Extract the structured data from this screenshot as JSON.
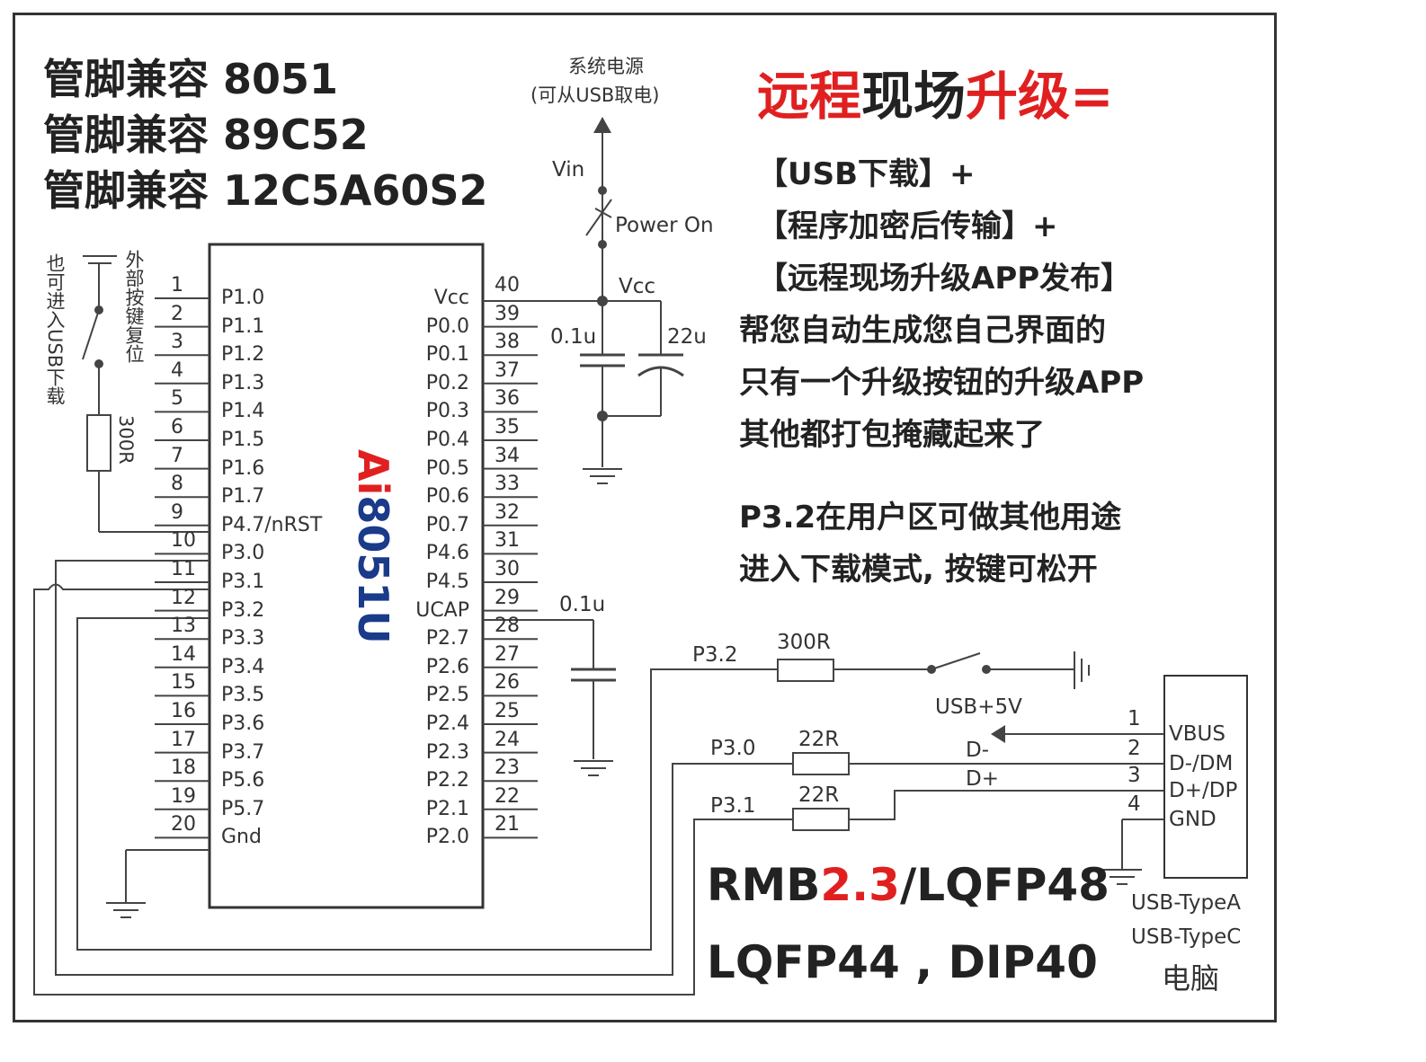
{
  "compat": [
    "管脚兼容 8051",
    "管脚兼容 89C52",
    "管脚兼容 12C5A60S2"
  ],
  "title": {
    "part1": "远程",
    "part2": "现场",
    "part3": "升级="
  },
  "features": [
    "【USB下载】+",
    "【程序加密后传输】+",
    "【远程现场升级APP发布】",
    "帮您自动生成您自己界面的",
    "只有一个升级按钮的升级APP",
    "其他都打包掩藏起来了"
  ],
  "notes": [
    "P3.2在用户区可做其他用途",
    "进入下载模式, 按键可松开"
  ],
  "power": {
    "source_line1": "系统电源",
    "source_line2": "(可从USB取电)",
    "vin": "Vin",
    "power_on": "Power On",
    "vcc": "Vcc",
    "cap1": "0.1u",
    "cap2": "22u",
    "cap3": "0.1u"
  },
  "chip": {
    "name_red": "Ai",
    "name_blue": "8051U"
  },
  "reset": {
    "left_vertical": "也可进入USB下载",
    "right_vertical": "外部按键复位",
    "resistor": "300R"
  },
  "left_pins": [
    {
      "num": "1",
      "name": "P1.0"
    },
    {
      "num": "2",
      "name": "P1.1"
    },
    {
      "num": "3",
      "name": "P1.2"
    },
    {
      "num": "4",
      "name": "P1.3"
    },
    {
      "num": "5",
      "name": "P1.4"
    },
    {
      "num": "6",
      "name": "P1.5"
    },
    {
      "num": "7",
      "name": "P1.6"
    },
    {
      "num": "8",
      "name": "P1.7"
    },
    {
      "num": "9",
      "name": "P4.7/nRST"
    },
    {
      "num": "10",
      "name": "P3.0"
    },
    {
      "num": "11",
      "name": "P3.1"
    },
    {
      "num": "12",
      "name": "P3.2"
    },
    {
      "num": "13",
      "name": "P3.3"
    },
    {
      "num": "14",
      "name": "P3.4"
    },
    {
      "num": "15",
      "name": "P3.5"
    },
    {
      "num": "16",
      "name": "P3.6"
    },
    {
      "num": "17",
      "name": "P3.7"
    },
    {
      "num": "18",
      "name": "P5.6"
    },
    {
      "num": "19",
      "name": "P5.7"
    },
    {
      "num": "20",
      "name": "Gnd"
    }
  ],
  "right_pins": [
    {
      "num": "40",
      "name": "Vcc"
    },
    {
      "num": "39",
      "name": "P0.0"
    },
    {
      "num": "38",
      "name": "P0.1"
    },
    {
      "num": "37",
      "name": "P0.2"
    },
    {
      "num": "36",
      "name": "P0.3"
    },
    {
      "num": "35",
      "name": "P0.4"
    },
    {
      "num": "34",
      "name": "P0.5"
    },
    {
      "num": "33",
      "name": "P0.6"
    },
    {
      "num": "32",
      "name": "P0.7"
    },
    {
      "num": "31",
      "name": "P4.6"
    },
    {
      "num": "30",
      "name": "P4.5"
    },
    {
      "num": "29",
      "name": "UCAP"
    },
    {
      "num": "28",
      "name": "P2.7"
    },
    {
      "num": "27",
      "name": "P2.6"
    },
    {
      "num": "26",
      "name": "P2.5"
    },
    {
      "num": "25",
      "name": "P2.4"
    },
    {
      "num": "24",
      "name": "P2.3"
    },
    {
      "num": "23",
      "name": "P2.2"
    },
    {
      "num": "22",
      "name": "P2.1"
    },
    {
      "num": "21",
      "name": "P2.0"
    }
  ],
  "usb": {
    "p32": "P3.2",
    "r300": "300R",
    "usb5v": "USB+5V",
    "p30": "P3.0",
    "r22a": "22R",
    "p31": "P3.1",
    "r22b": "22R",
    "dminus": "D-",
    "dplus": "D+",
    "pins": [
      {
        "num": "1",
        "name": "VBUS"
      },
      {
        "num": "2",
        "name": "D-/DM"
      },
      {
        "num": "3",
        "name": "D+/DP"
      },
      {
        "num": "4",
        "name": "GND"
      }
    ],
    "typeA": "USB-TypeA",
    "typeC": "USB-TypeC",
    "pc": "电脑"
  },
  "package": {
    "rmb": "RMB",
    "price": "2.3",
    "lqfp48": "/LQFP48",
    "line2": "LQFP44 , DIP40"
  }
}
